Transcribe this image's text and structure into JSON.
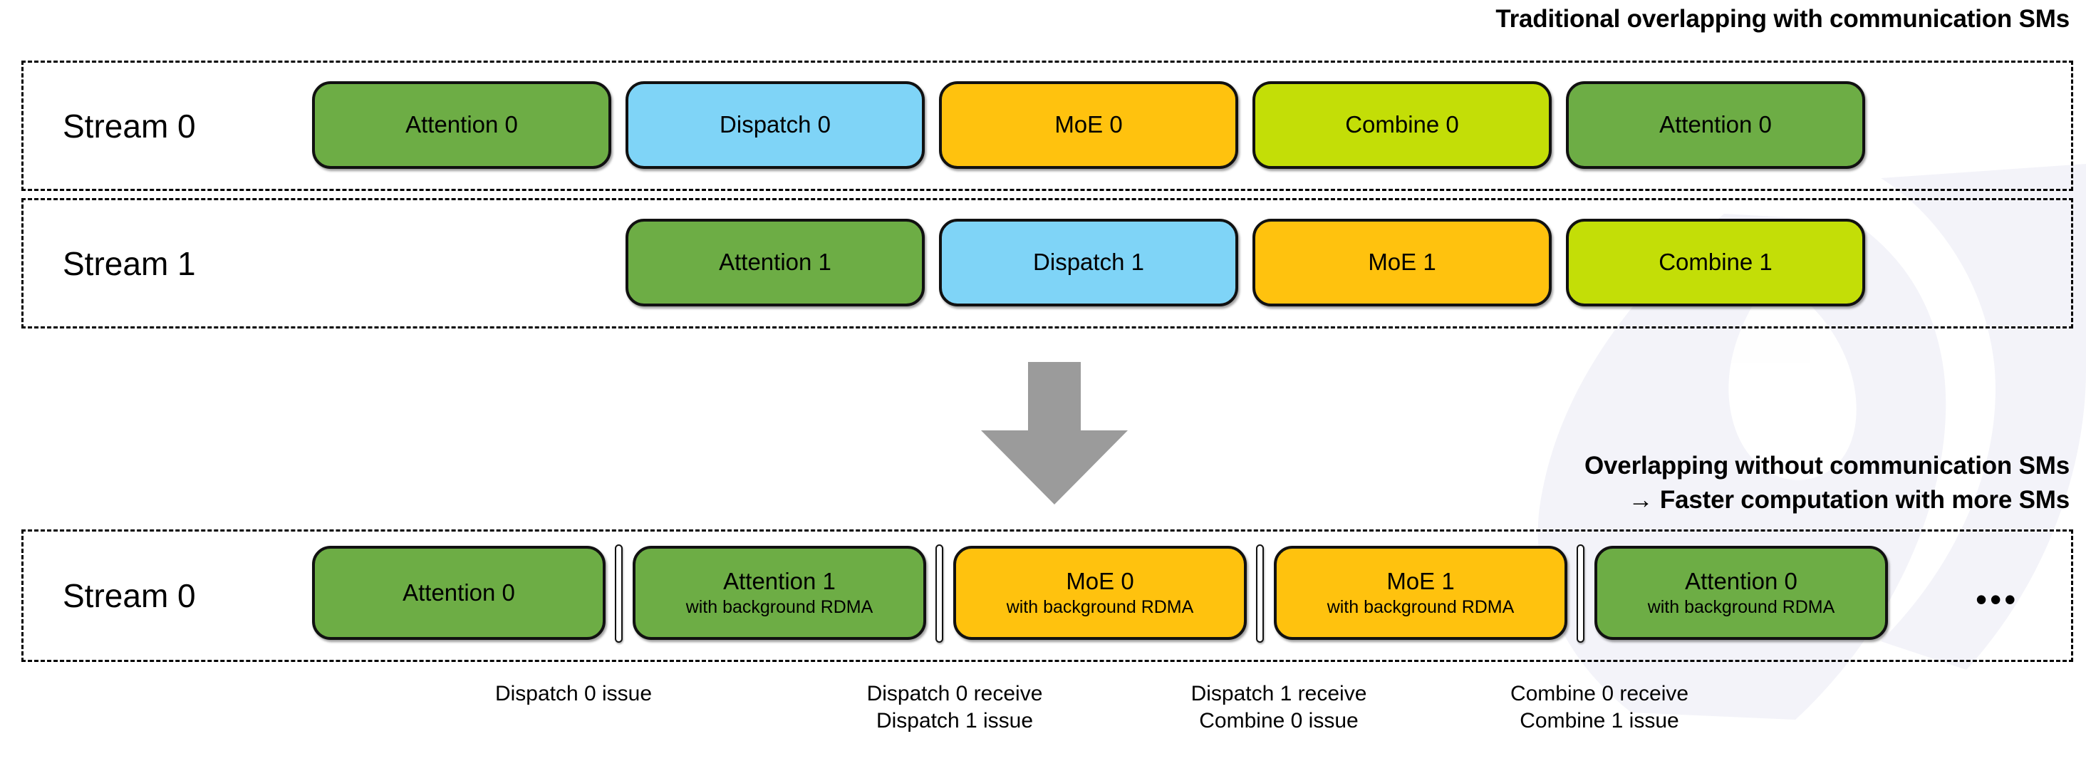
{
  "headings": {
    "top": "Traditional overlapping with communication SMs",
    "bottom_line1": "Overlapping without communication SMs",
    "bottom_line2": "→ Faster computation with more SMs"
  },
  "colors": {
    "attention": "#6DAD45",
    "dispatch": "#7FD4F7",
    "moe": "#FFC20E",
    "combine": "#C3DE07",
    "arrow": "#9B9B9B",
    "border": "#111111",
    "background": "#FFFFFF"
  },
  "rows": [
    {
      "label": "Stream 0",
      "boxes": [
        {
          "title": "Attention 0",
          "subtitle": "",
          "color_key": "attention"
        },
        {
          "title": "Dispatch 0",
          "subtitle": "",
          "color_key": "dispatch"
        },
        {
          "title": "MoE 0",
          "subtitle": "",
          "color_key": "moe"
        },
        {
          "title": "Combine 0",
          "subtitle": "",
          "color_key": "combine"
        },
        {
          "title": "Attention 0",
          "subtitle": "",
          "color_key": "attention"
        }
      ]
    },
    {
      "label": "Stream 1",
      "boxes": [
        {
          "title": "Attention 1",
          "subtitle": "",
          "color_key": "attention"
        },
        {
          "title": "Dispatch 1",
          "subtitle": "",
          "color_key": "dispatch"
        },
        {
          "title": "MoE 1",
          "subtitle": "",
          "color_key": "moe"
        },
        {
          "title": "Combine 1",
          "subtitle": "",
          "color_key": "combine"
        }
      ]
    },
    {
      "label": "Stream 0",
      "ellipsis": "•••",
      "boxes": [
        {
          "title": "Attention 0",
          "subtitle": "",
          "color_key": "attention"
        },
        {
          "title": "Attention 1",
          "subtitle": "with background RDMA",
          "color_key": "attention"
        },
        {
          "title": "MoE 0",
          "subtitle": "with background RDMA",
          "color_key": "moe"
        },
        {
          "title": "MoE 1",
          "subtitle": "with background RDMA",
          "color_key": "moe"
        },
        {
          "title": "Attention 0",
          "subtitle": "with background RDMA",
          "color_key": "attention"
        }
      ]
    }
  ],
  "captions": [
    {
      "line1": "Dispatch 0 issue",
      "line2": ""
    },
    {
      "line1": "Dispatch 0 receive",
      "line2": "Dispatch 1 issue"
    },
    {
      "line1": "Dispatch 1 receive",
      "line2": "Combine 0 issue"
    },
    {
      "line1": "Combine 0 receive",
      "line2": "Combine 1 issue"
    }
  ],
  "arrow": {
    "direction": "down",
    "name": "transition-arrow"
  }
}
